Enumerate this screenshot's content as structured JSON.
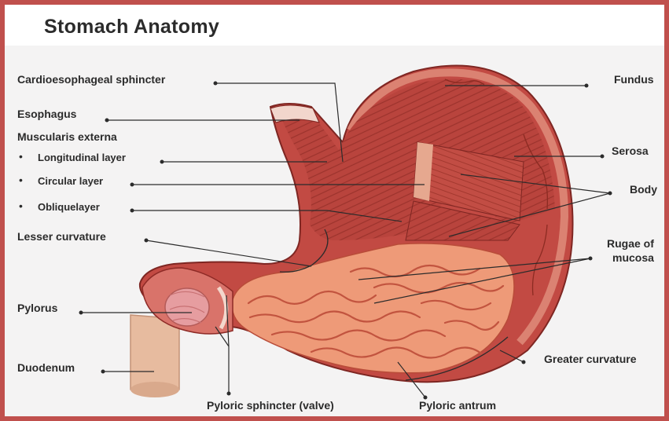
{
  "title": "Stomach Anatomy",
  "labels": {
    "cardio": "Cardioesophageal sphincter",
    "esophagus": "Esophagus",
    "muscularis": "Muscularis externa",
    "longitudinal": "Longitudinal layer",
    "circular": "Circular layer",
    "oblique": "Obliquelayer",
    "lesser": "Lesser curvature",
    "pylorus": "Pylorus",
    "duodenum": "Duodenum",
    "pyloric_sphincter": "Pyloric sphincter (valve)",
    "pyloric_antrum": "Pyloric antrum",
    "fundus": "Fundus",
    "serosa": "Serosa",
    "body": "Body",
    "rugae_line1": "Rugae of",
    "rugae_line2": "mucosa",
    "greater": "Greater curvature"
  },
  "bullet": "•",
  "colors": {
    "border": "#c0504d",
    "muscle": "#b8403a",
    "muscle_dark": "#8e2a26",
    "mucosa": "#e98a6a",
    "mucosa_fold": "#c2543f",
    "duodenum": "#e6b89c"
  }
}
